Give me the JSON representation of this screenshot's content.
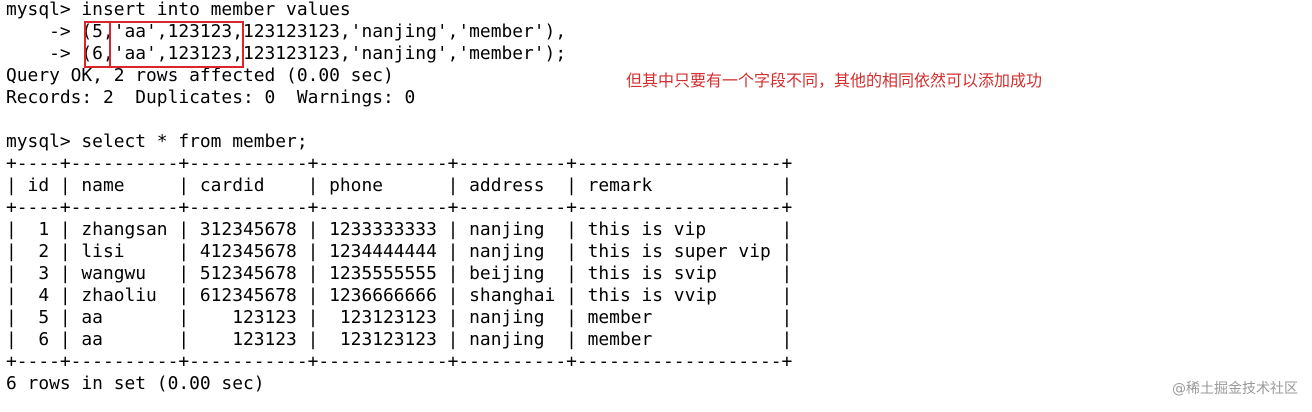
{
  "terminal": {
    "lines": [
      "mysql> insert into member values",
      "    -> (5,'aa',123123,123123123,'nanjing','member'),",
      "    -> (6,'aa',123123,123123123,'nanjing','member');",
      "Query OK, 2 rows affected (0.00 sec)",
      "Records: 2  Duplicates: 0  Warnings: 0",
      "",
      "mysql> select * from member;",
      "+----+----------+-----------+------------+----------+-------------------+",
      "| id | name     | cardid    | phone      | address  | remark            |",
      "+----+----------+-----------+------------+----------+-------------------+",
      "|  1 | zhangsan | 312345678 | 1233333333 | nanjing  | this is vip       |",
      "|  2 | lisi     | 412345678 | 1234444444 | nanjing  | this is super vip |",
      "|  3 | wangwu   | 512345678 | 1235555555 | beijing  | this is svip      |",
      "|  4 | zhaoliu  | 612345678 | 1236666666 | shanghai | this is vvip      |",
      "|  5 | aa       |    123123 |  123123123 | nanjing  | member            |",
      "|  6 | aa       |    123123 |  123123123 | nanjing  | member            |",
      "+----+----------+-----------+------------+----------+-------------------+",
      "6 rows in set (0.00 sec)"
    ]
  },
  "annotation": {
    "text": "但其中只要有一个字段不同，其他的相同依然可以添加成功",
    "color": "#d32f2f"
  },
  "highlight": {
    "color": "#d9252b"
  },
  "watermark": {
    "text": "@稀土掘金技术社区"
  }
}
